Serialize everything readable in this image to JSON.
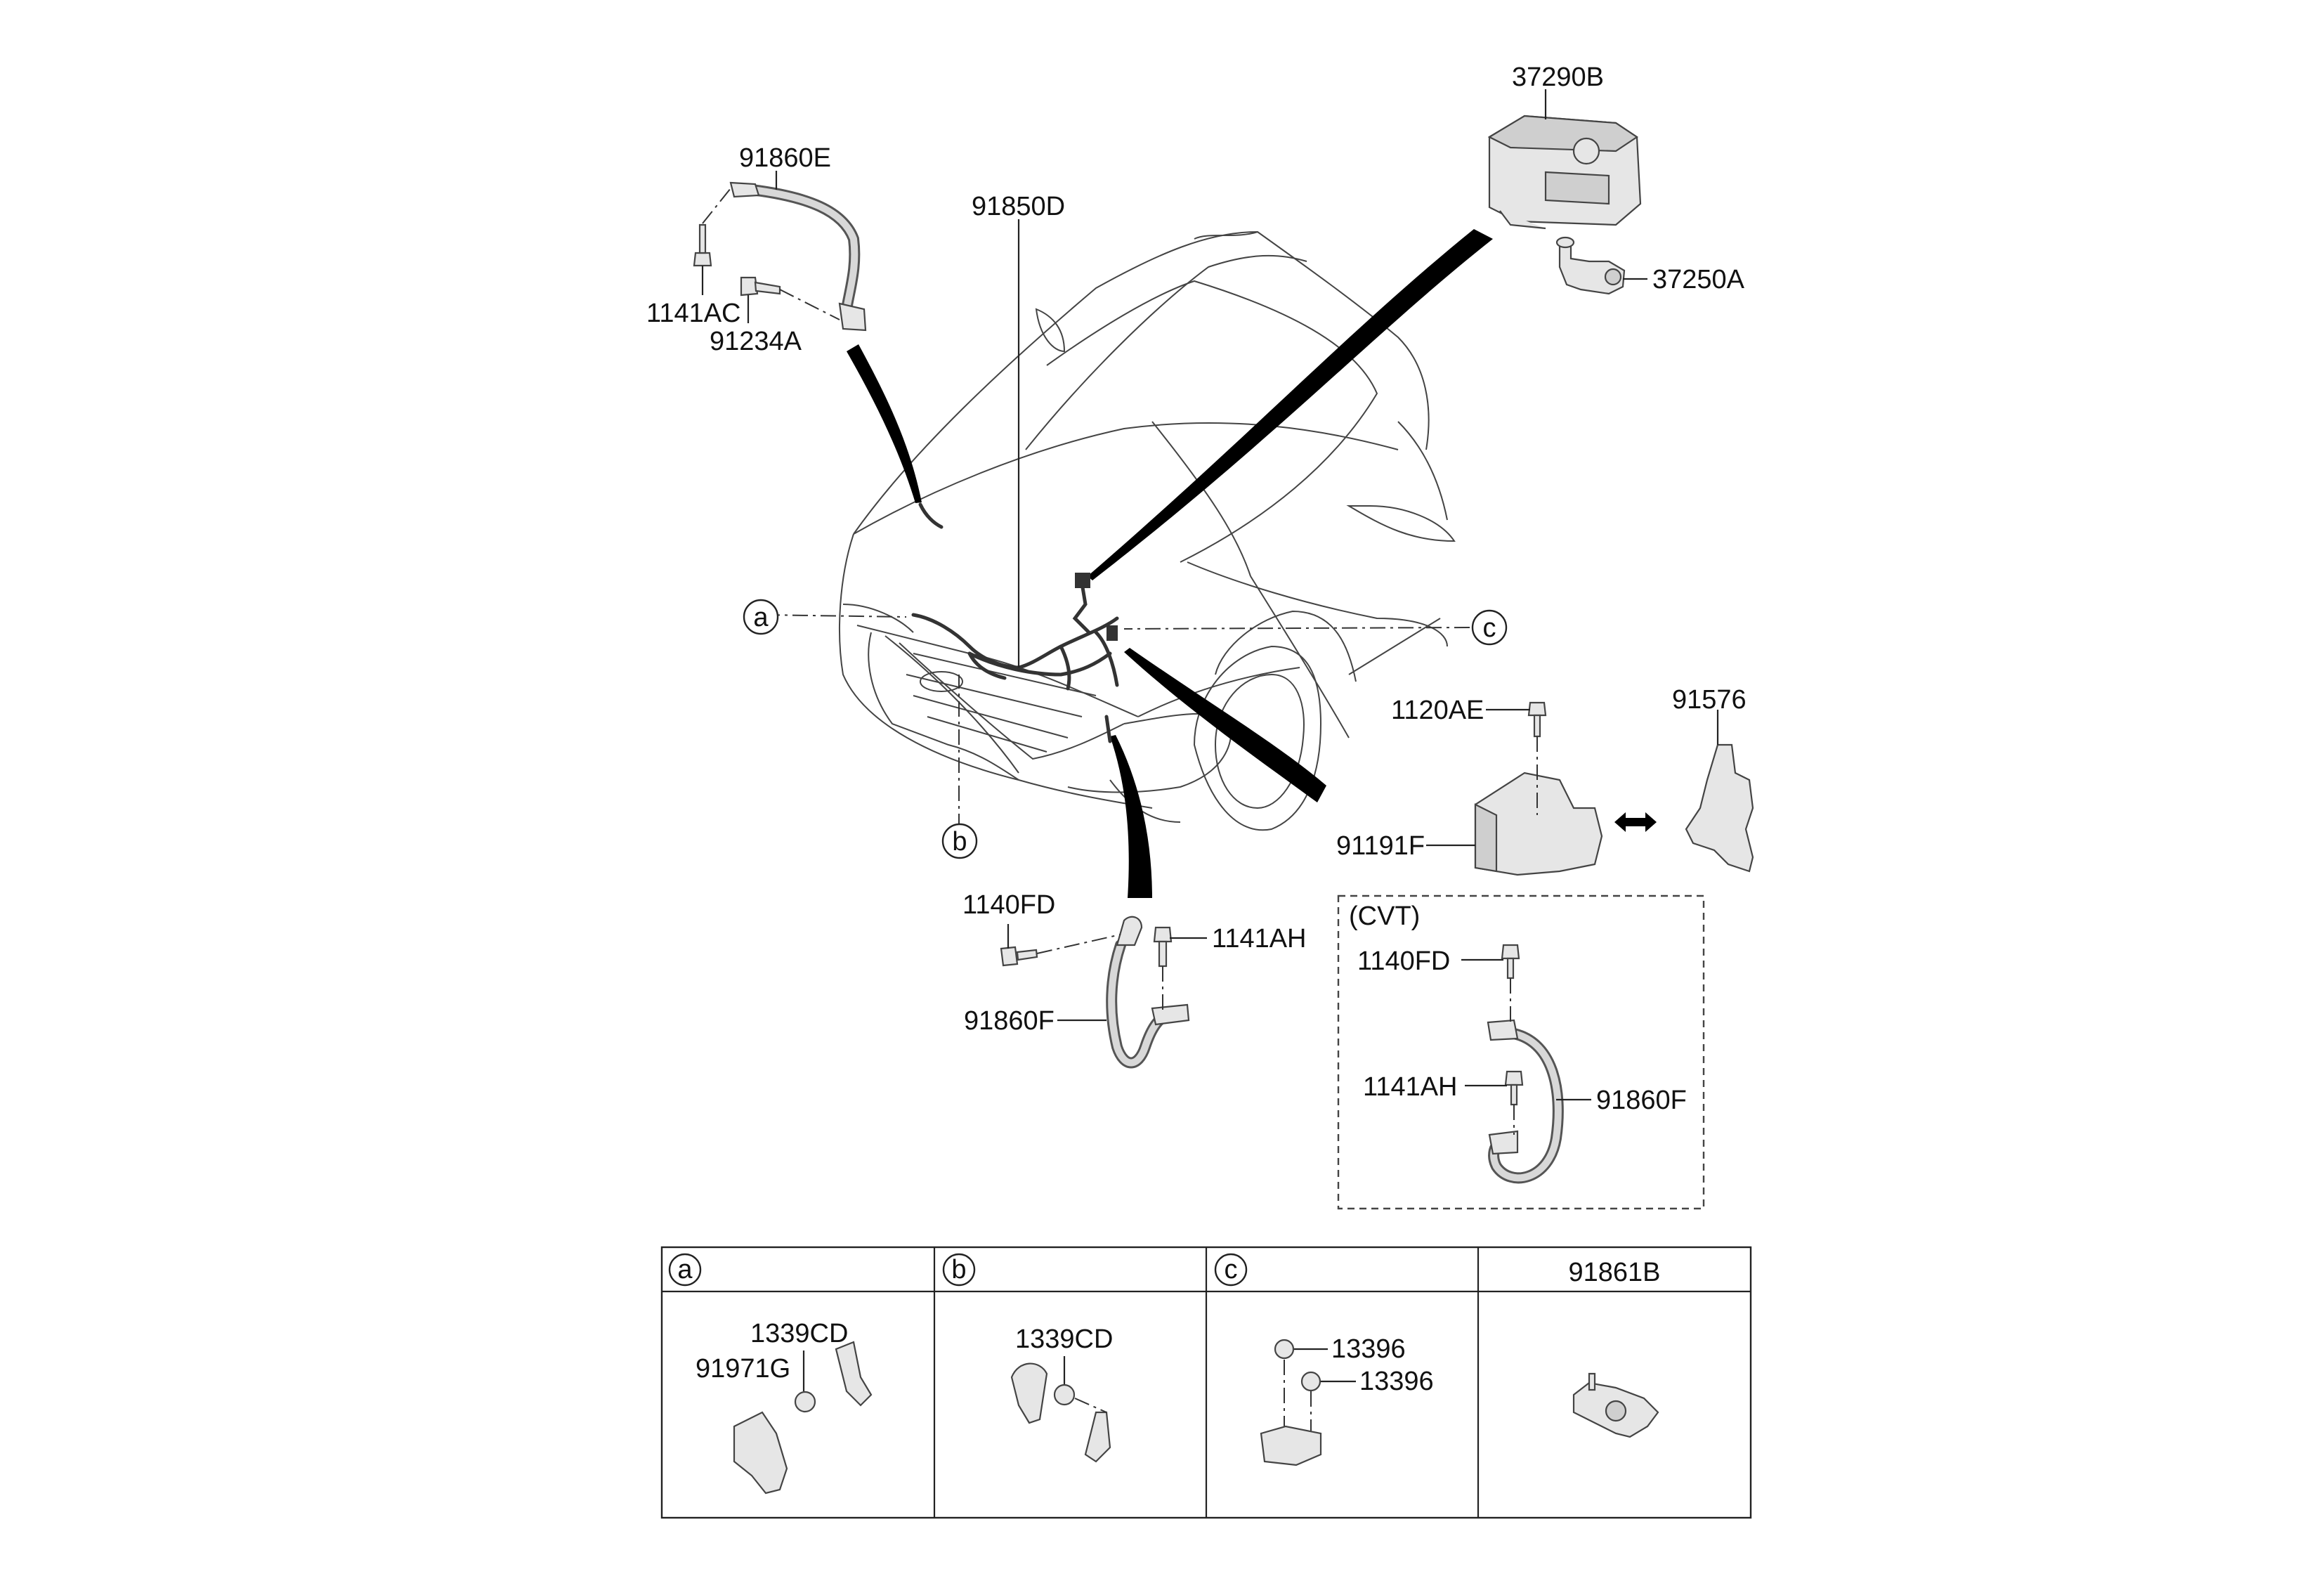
{
  "labels": {
    "p37290B": "37290B",
    "p37250A": "37250A",
    "p91860E": "91860E",
    "p1141AC": "1141AC",
    "p91234A": "91234A",
    "p91850D": "91850D",
    "p1120AE": "1120AE",
    "p91576": "91576",
    "p91191F": "91191F",
    "p1140FD": "1140FD",
    "p1141AH": "1141AH",
    "p91860F": "91860F",
    "cvt_title": "(CVT)",
    "cvt_1140FD": "1140FD",
    "cvt_1141AH": "1141AH",
    "cvt_91860F": "91860F"
  },
  "callouts": {
    "a": "a",
    "b": "b",
    "c": "c"
  },
  "table": {
    "headers": [
      "a",
      "b",
      "c",
      "91861B"
    ],
    "cell_a": {
      "label1": "1339CD",
      "label2": "91971G"
    },
    "cell_b": {
      "label1": "1339CD"
    },
    "cell_c": {
      "label1": "13396",
      "label2": "13396"
    }
  }
}
